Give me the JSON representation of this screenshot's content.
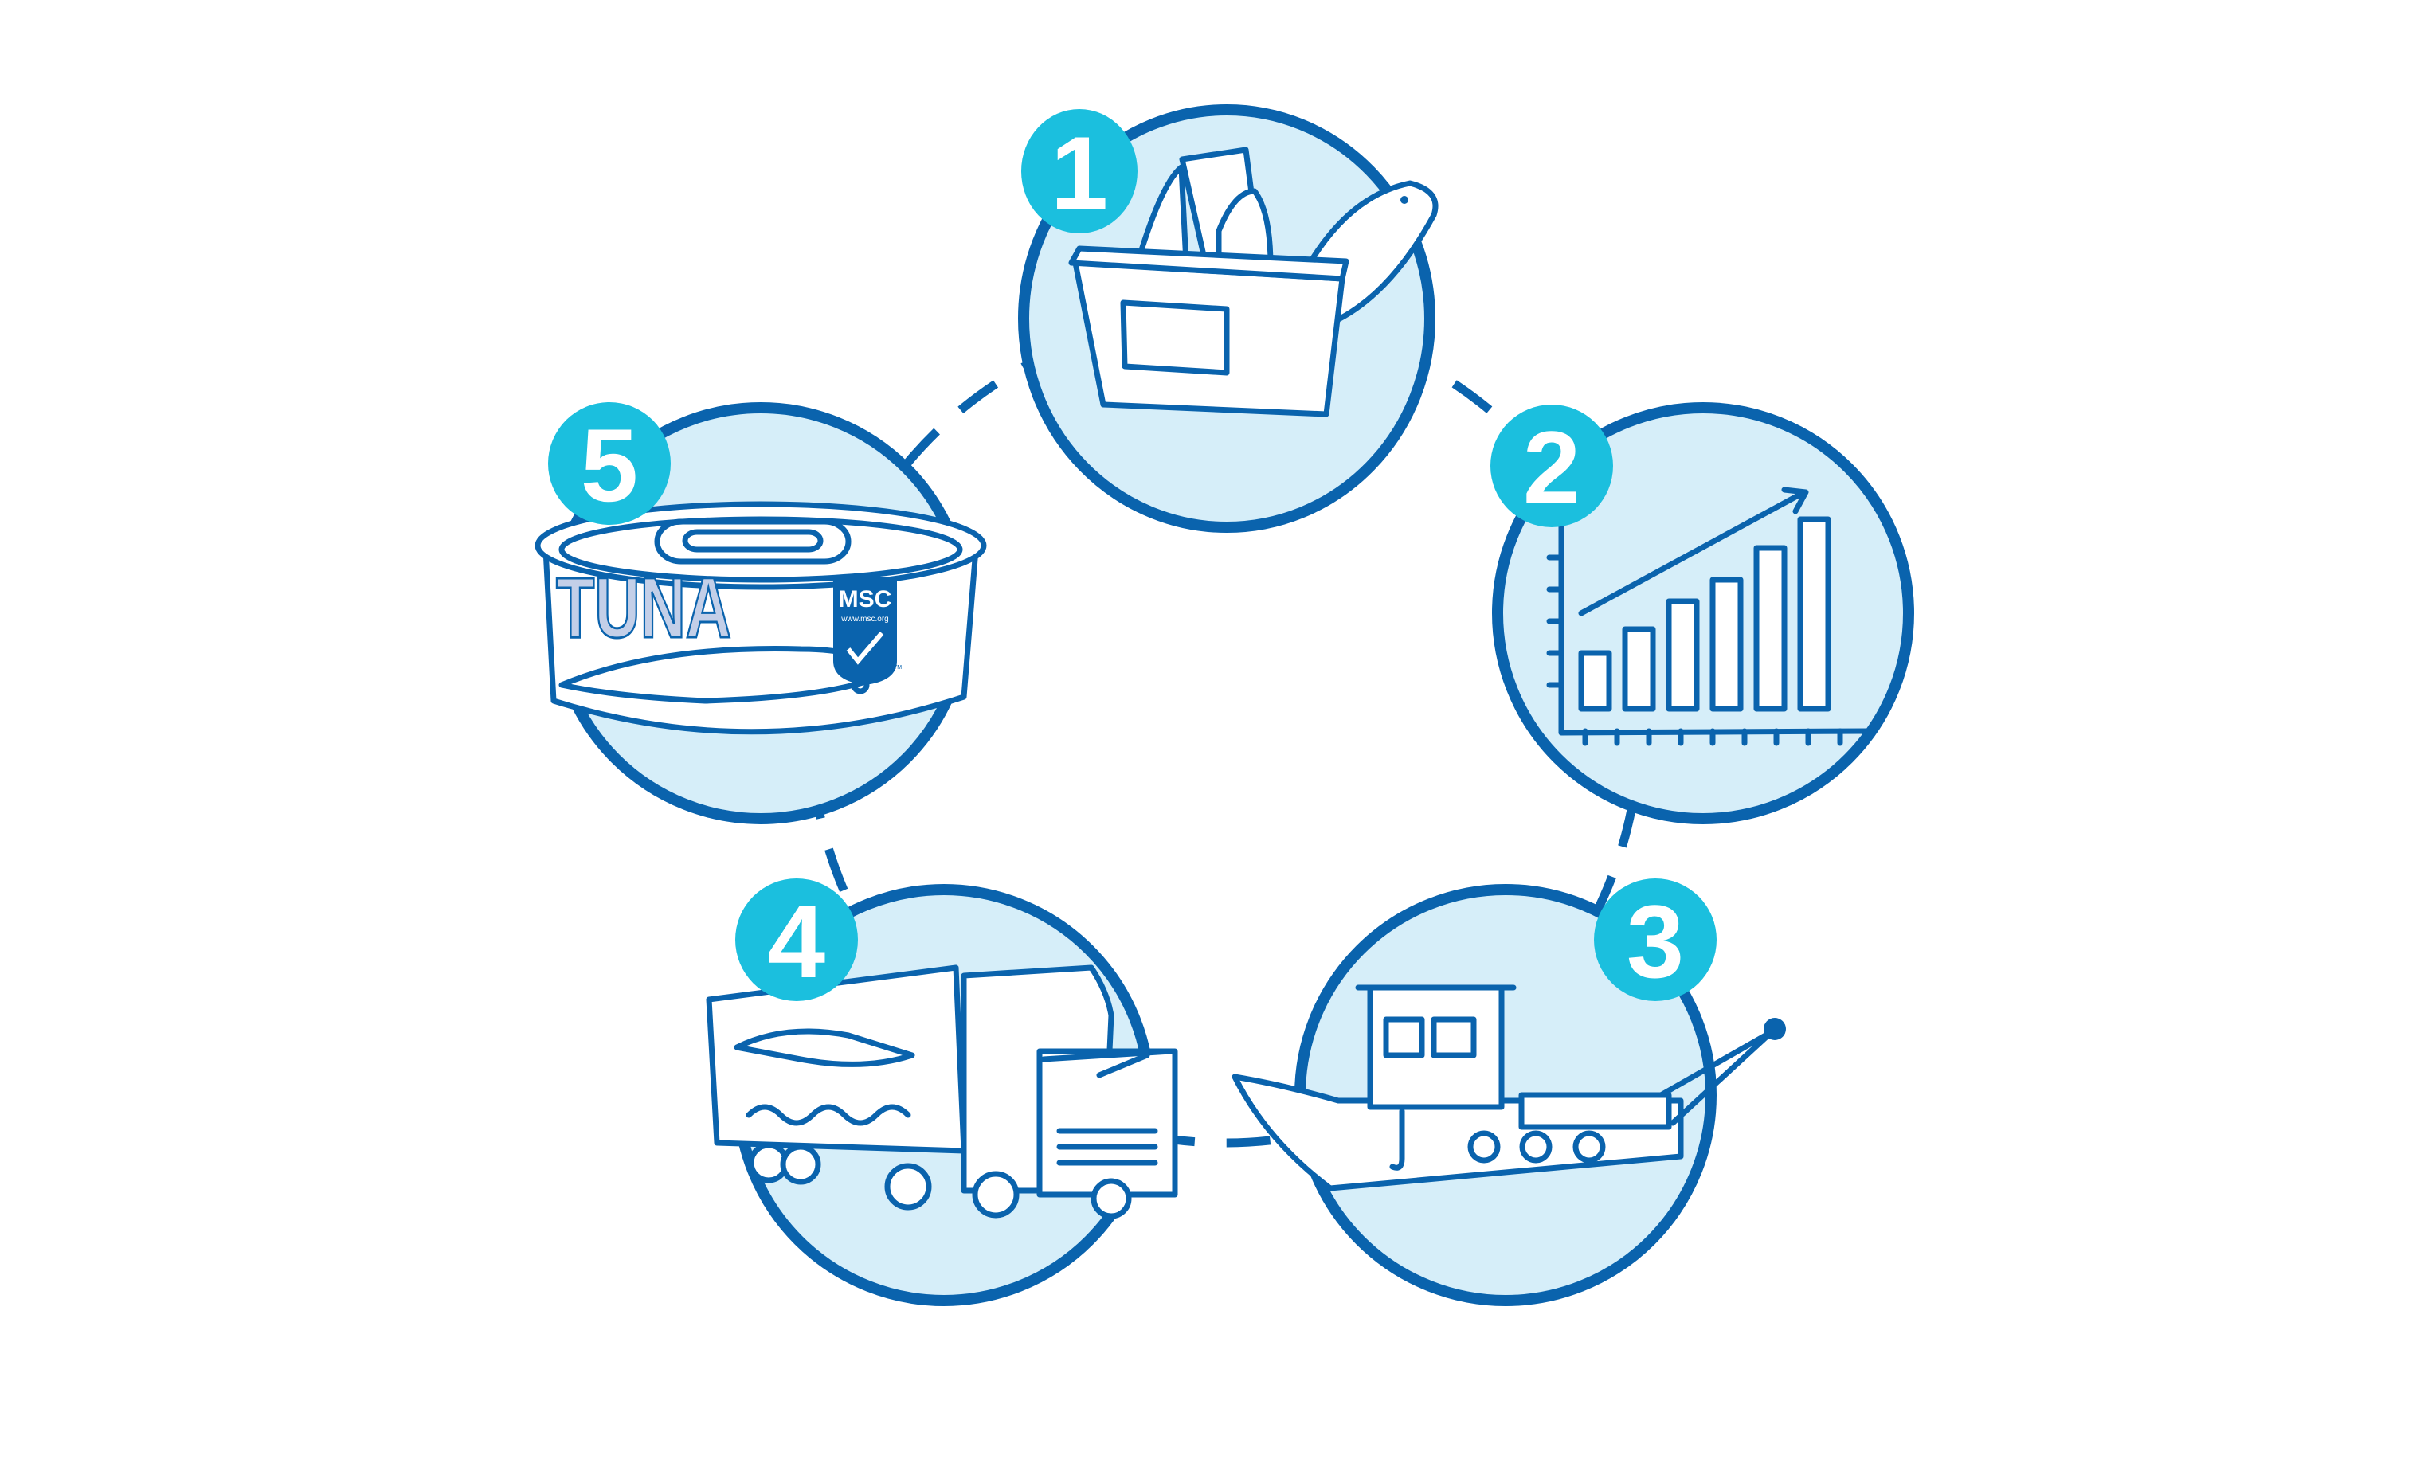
{
  "colors": {
    "outline": "#0a63ad",
    "circle_fill": "#d6eef9",
    "badge": "#1bbfde",
    "tuna_text": "#c3cfe8"
  },
  "steps": [
    {
      "number": "1",
      "icon": "fish-basket-icon"
    },
    {
      "number": "2",
      "icon": "growth-bar-chart-icon"
    },
    {
      "number": "3",
      "icon": "fishing-boat-icon"
    },
    {
      "number": "4",
      "icon": "delivery-truck-icon"
    },
    {
      "number": "5",
      "icon": "tuna-can-icon"
    }
  ],
  "can": {
    "label": "TUNA",
    "logo_title": "MSC",
    "logo_url": "www.msc.org",
    "logo_tm": "TM"
  }
}
